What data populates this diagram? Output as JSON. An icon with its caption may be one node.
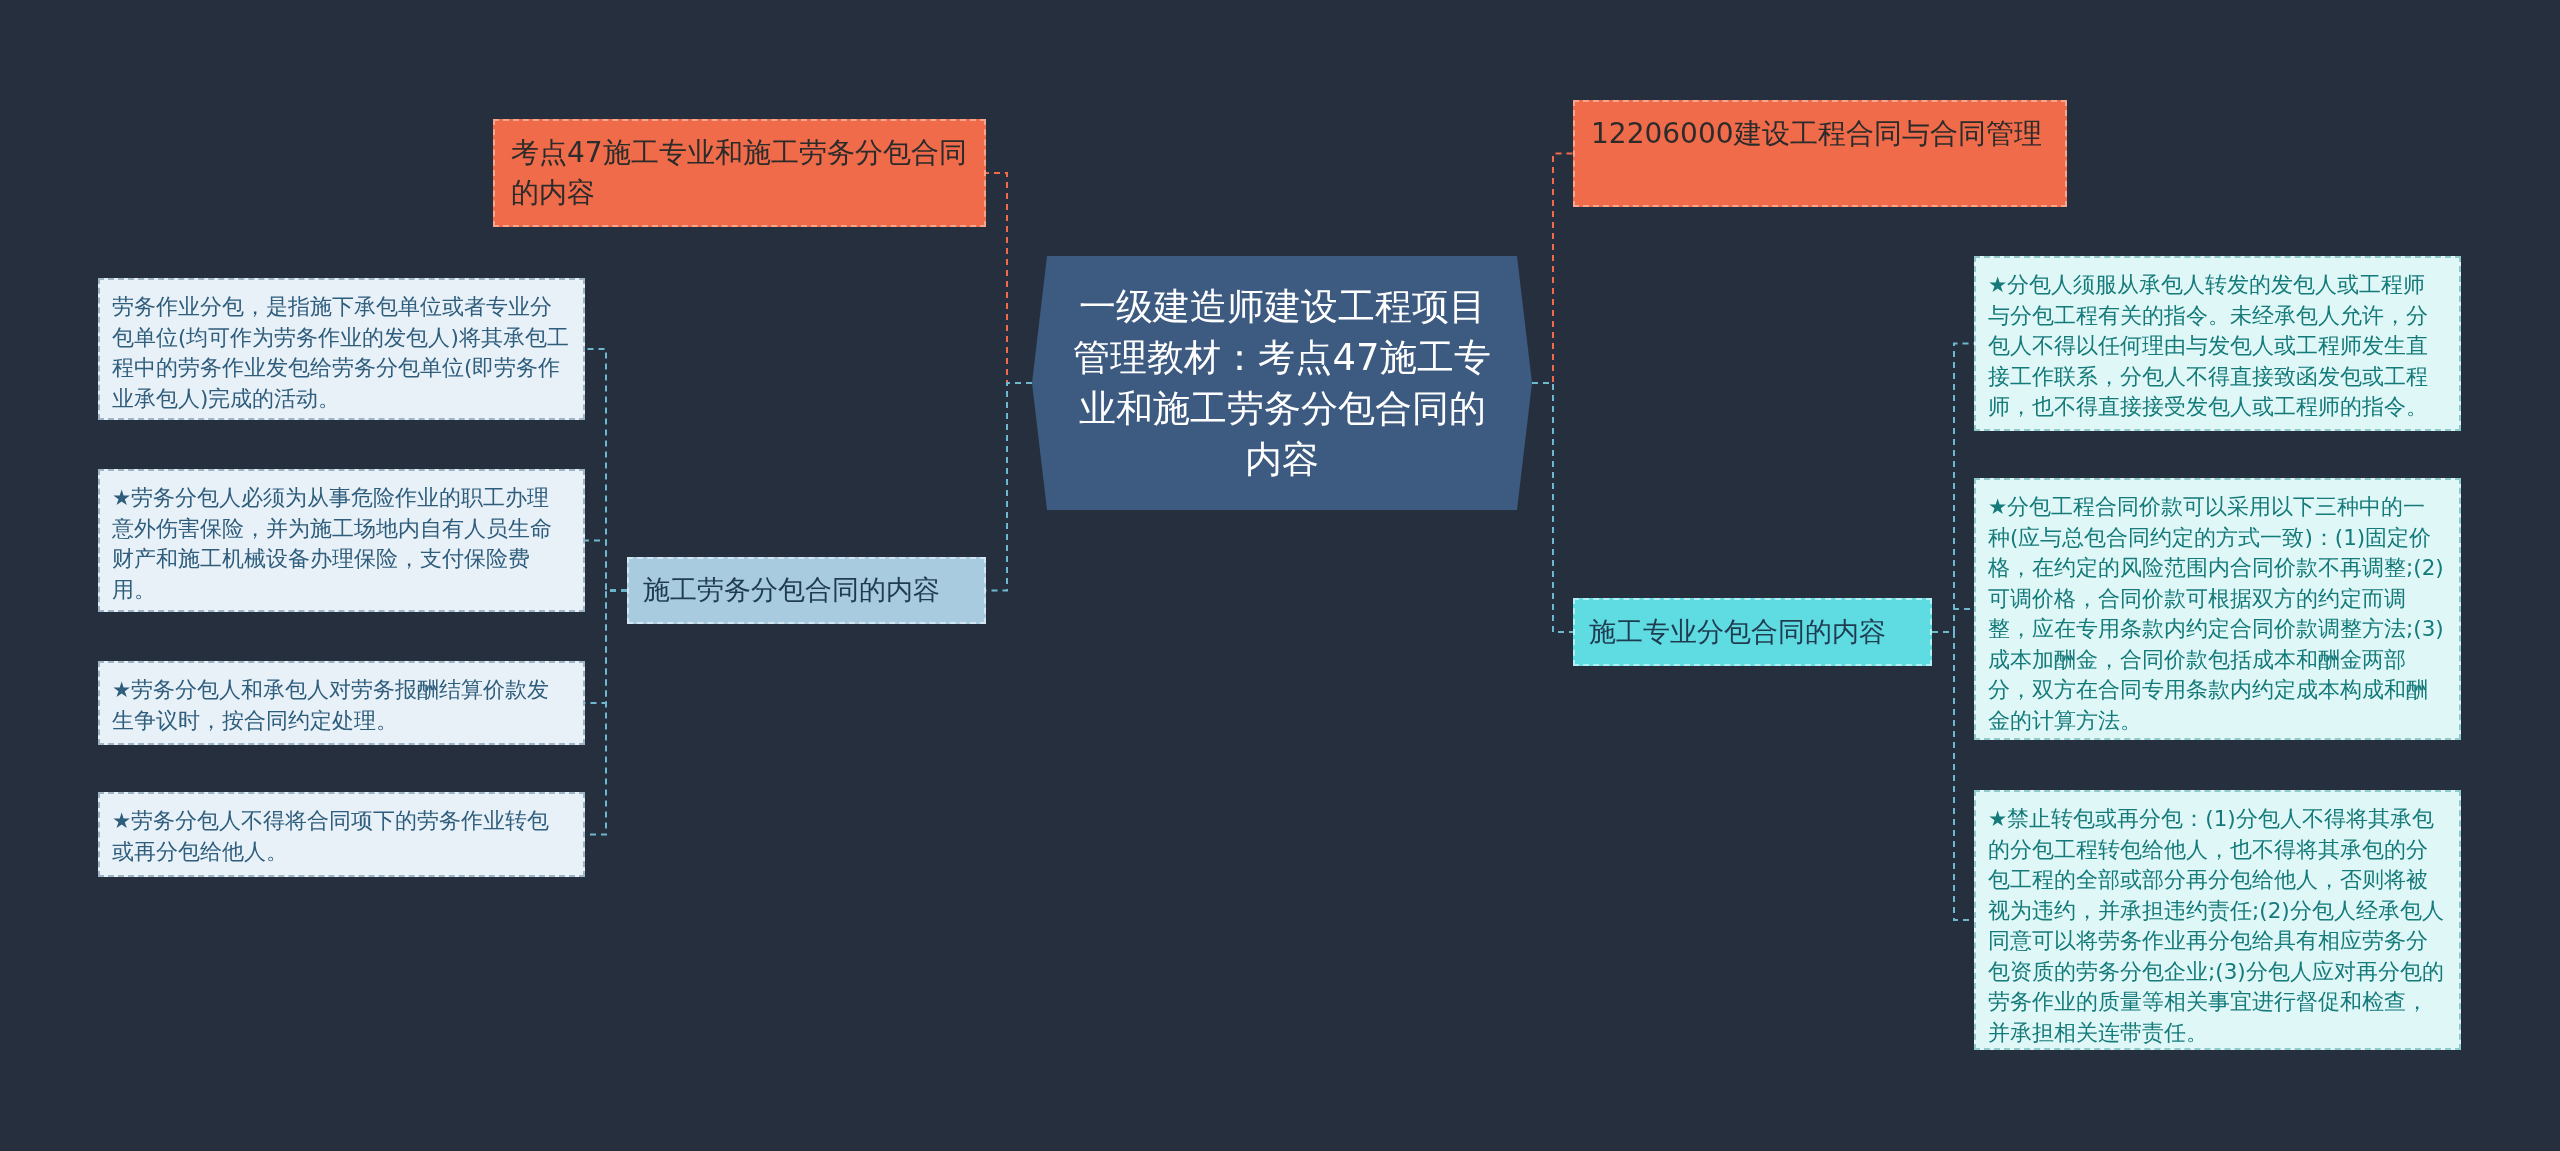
{
  "diagram": {
    "nodes": [
      {
        "text": [
          "一级建造师建设工程项目管理教材：考点47施工专业和施工劳务分包合同的内容"
        ]
      },
      {
        "text": [
          "考点47施工专业和施工劳务分包合同的内容"
        ]
      },
      {
        "text": [
          "12206000建设工程合同与合同管理"
        ]
      },
      {
        "text": [
          "施工劳务分包合同的内容"
        ]
      },
      {
        "text": [
          "劳务作业分包，是指施下承包单位或者专业分包单位(均可作为劳务作业的发包人)将其承包工程中的劳务作业发包给劳务分包单位(即劳务作业承包人)完成的活动。"
        ]
      },
      {
        "text": [
          "★劳务分包人必须为从事危险作业的职工办理意外伤害保险，并为施工场地内自有人员生命财产和施工机械设备办理保险，支付保险费用。"
        ]
      },
      {
        "text": [
          "★劳务分包人和承包人对劳务报酬结算价款发生争议时，按合同约定处理。"
        ]
      },
      {
        "text": [
          "★劳务分包人不得将合同项下的劳务作业转包或再分包给他人。"
        ]
      },
      {
        "text": [
          "施工专业分包合同的内容"
        ]
      },
      {
        "text": [
          "★分包人须服从承包人转发的发包人或工程师与分包工程有关的指令。未经承包人允许，分包人不得以任何理由与发包人或工程师发生直接工作联系，分包人不得直接致函发包或工程师，也不得直接接受发包人或工程师的指令。"
        ]
      },
      {
        "text": [
          "★分包工程合同价款可以采用以下三种中的一种(应与总包合同约定的方式一致)：(1)固定价格，在约定的风险范围内合同价款不再调整;(2)可调价格，合同价款可根据双方的约定而调整，应在专用条款内约定合同价款调整方法;(3)成本加酬金，合同价款包括成本和酬金两部分，双方在合同专用条款内约定成本构成和酬金的计算方法。"
        ]
      },
      {
        "text": [
          "★禁止转包或再分包：(1)分包人不得将其承包的分包工程转包给他人，也不得将其承包的分包工程的全部或部分再分包给他人，否则将被视为违约，并承担违约责任;(2)分包人经承包人同意可以将劳务作业再分包给具有相应劳务分包资质的劳务分包企业;(3)分包人应对再分包的劳务作业的质量等相关事宜进行督促和检查，并承担相关连带责任。"
        ]
      }
    ],
    "edges": [
      {
        "from": 0,
        "to": 1,
        "arrow": "none",
        "color": "#ef6b4a"
      },
      {
        "from": 0,
        "to": 3,
        "arrow": "none"
      },
      {
        "from": 3,
        "to": 4,
        "arrow": "none"
      },
      {
        "from": 3,
        "to": 5,
        "arrow": "none"
      },
      {
        "from": 3,
        "to": 6,
        "arrow": "none"
      },
      {
        "from": 3,
        "to": 7,
        "arrow": "none"
      },
      {
        "from": 0,
        "to": 2,
        "arrow": "none",
        "color": "#ef6b4a"
      },
      {
        "from": 0,
        "to": 8,
        "arrow": "none"
      },
      {
        "from": 8,
        "to": 9,
        "arrow": "none"
      },
      {
        "from": 8,
        "to": 10,
        "arrow": "none"
      },
      {
        "from": 8,
        "to": 11,
        "arrow": "none"
      }
    ]
  }
}
